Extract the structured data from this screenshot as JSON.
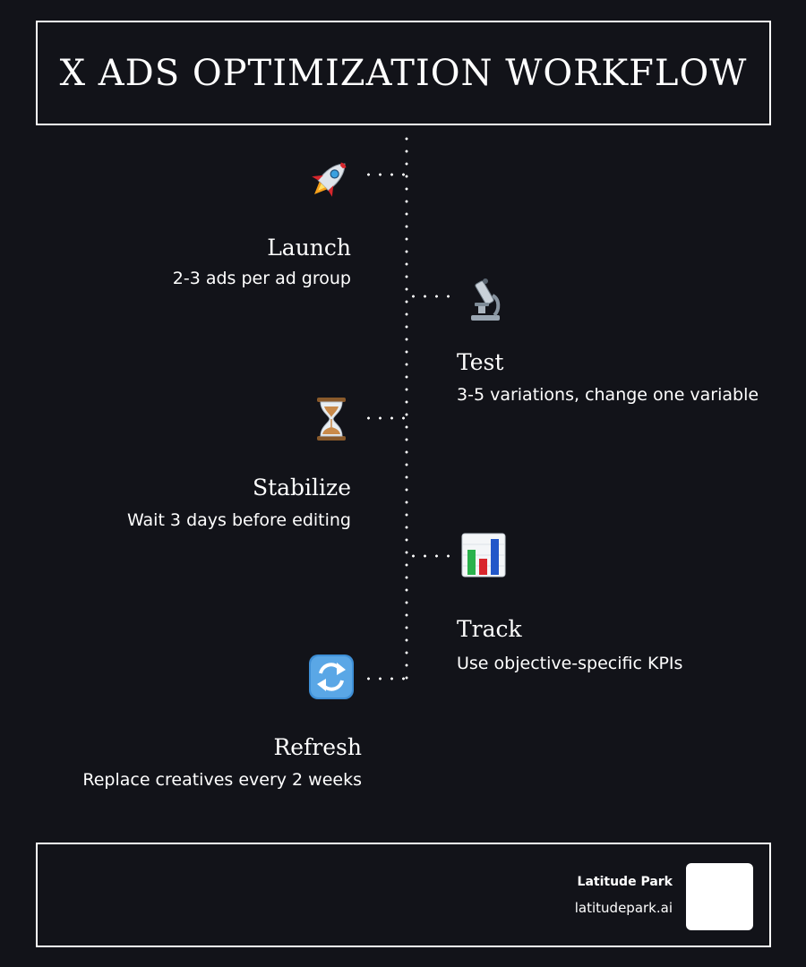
{
  "title": "X ADS OPTIMIZATION WORKFLOW",
  "steps": [
    {
      "title": "Launch",
      "description": "2-3 ads per ad group",
      "icon": "rocket-icon"
    },
    {
      "title": "Test",
      "description": "3-5 variations, change one variable",
      "icon": "microscope-icon"
    },
    {
      "title": "Stabilize",
      "description": "Wait 3 days before editing",
      "icon": "hourglass-icon"
    },
    {
      "title": "Track",
      "description": "Use objective-specific KPIs",
      "icon": "bar-chart-icon"
    },
    {
      "title": "Refresh",
      "description": "Replace creatives every 2 weeks",
      "icon": "refresh-icon"
    }
  ],
  "footer": {
    "brand_name": "Latitude Park",
    "brand_url": "latitudepark.ai"
  }
}
